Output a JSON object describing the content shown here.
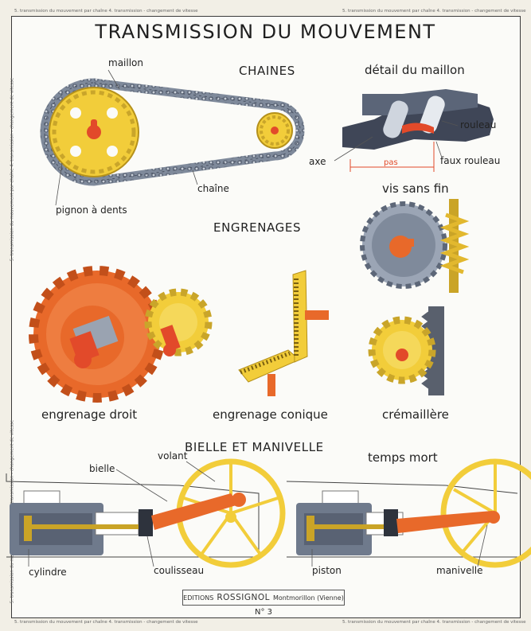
{
  "title": "TRANSMISSION DU MOUVEMENT",
  "sections": {
    "chaines": "CHAINES",
    "engrenages": "ENGRENAGES",
    "bielle": "BIELLE ET MANIVELLE"
  },
  "subtitles": {
    "detail": "détail du maillon",
    "vis": "vis sans fin",
    "temps_mort": "temps mort"
  },
  "labels": {
    "maillon": "maillon",
    "chaine": "chaîne",
    "pignon": "pignon à dents",
    "rouleau": "rouleau",
    "faux_rouleau": "faux rouleau",
    "axe": "axe",
    "pas": "pas",
    "volant": "volant",
    "bielle": "bielle",
    "cylindre": "cylindre",
    "coulisseau": "coulisseau",
    "piston": "piston",
    "manivelle": "manivelle"
  },
  "captions": {
    "droit": "engrenage droit",
    "conique": "engrenage conique",
    "cremaillere": "crémaillère"
  },
  "edge_text": "5. transmission du mouvement par chaîne  4. transmission - changement de vitesse",
  "publisher": {
    "prefix": "EDITIONS",
    "brand": "ROSSIGNOL",
    "place": "Montmorillon (Vienne)"
  },
  "plate_number": "N° 3",
  "colors": {
    "yellow": "#f2cd3a",
    "orange": "#e8692a",
    "gray": "#6f7a8c",
    "gray_dark": "#4f5868",
    "red_accent": "#e24a2a"
  }
}
